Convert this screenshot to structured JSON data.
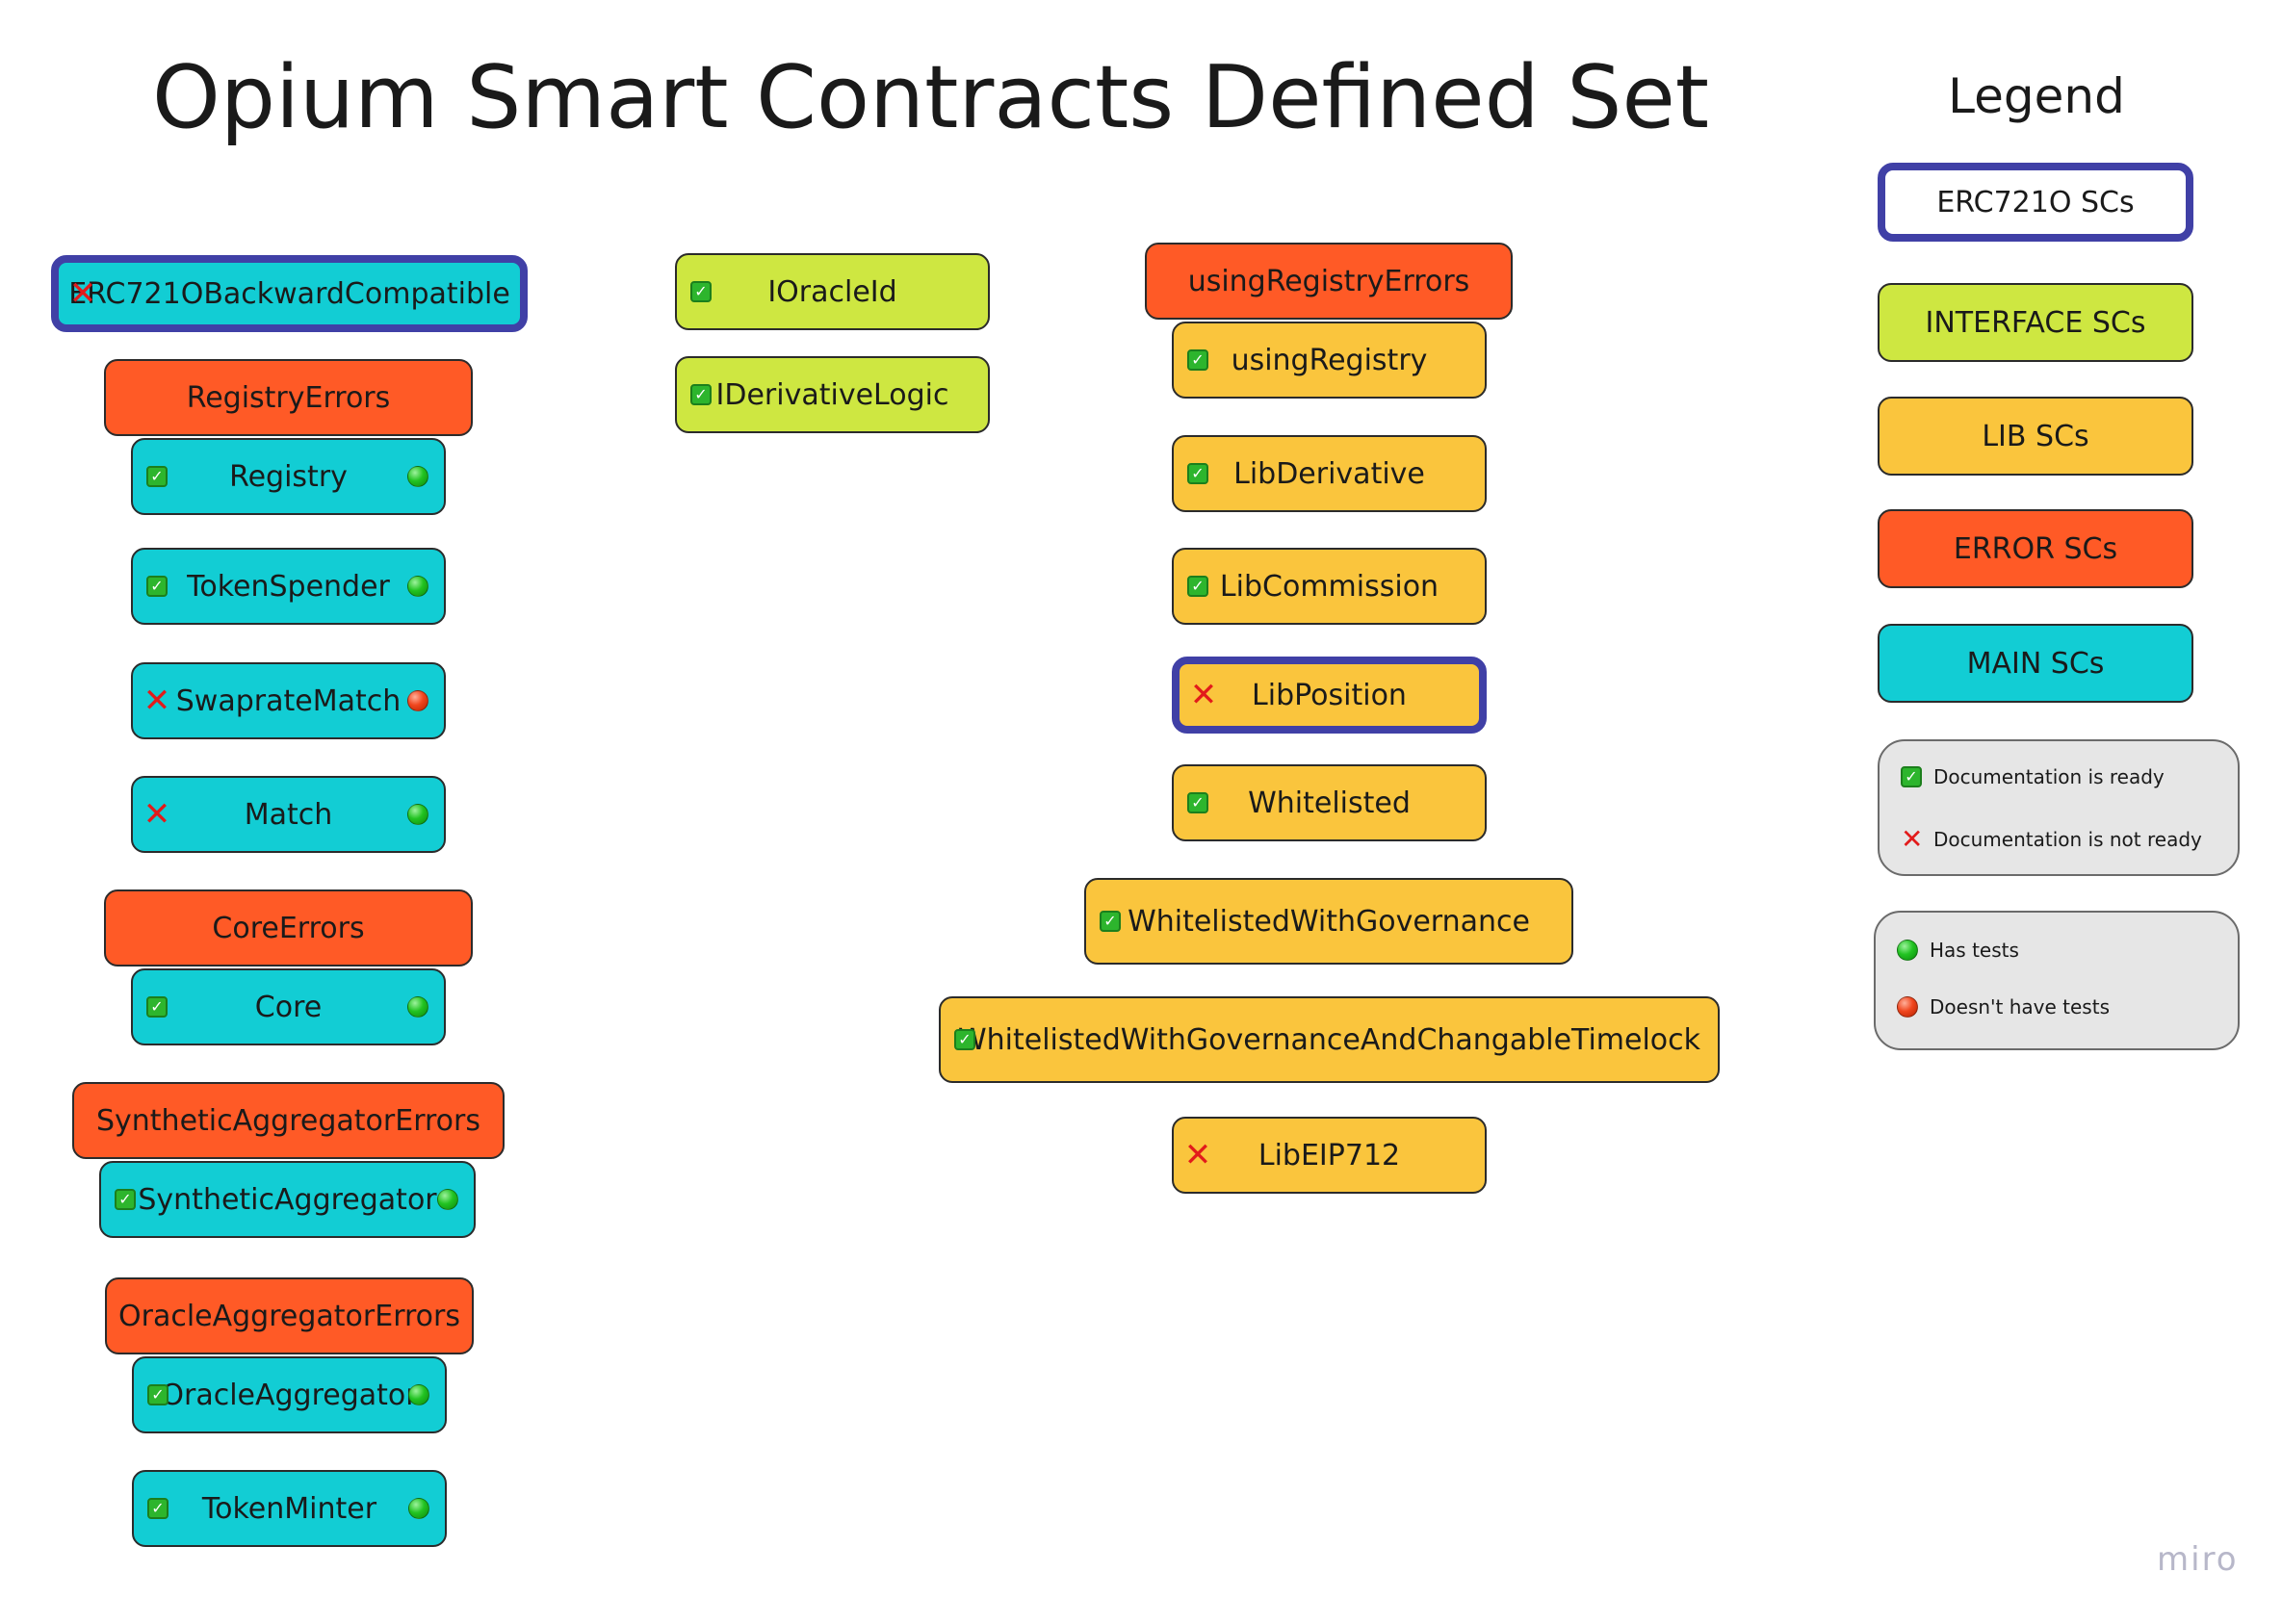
{
  "title": "Opium Smart Contracts Defined Set",
  "legend": {
    "title": "Legend",
    "categories": [
      {
        "key": "erc",
        "label": "ERC721O SCs"
      },
      {
        "key": "iface",
        "label": "INTERFACE SCs"
      },
      {
        "key": "lib",
        "label": "LIB SCs"
      },
      {
        "key": "err",
        "label": "ERROR SCs"
      },
      {
        "key": "main",
        "label": "MAIN SCs"
      }
    ],
    "documentation": {
      "ready": "Documentation is ready",
      "not_ready": "Documentation is not ready"
    },
    "tests": {
      "has": "Has tests",
      "none": "Doesn't have tests"
    }
  },
  "colors": {
    "main": "#12cdd4",
    "interface": "#cee741",
    "lib": "#fac53d",
    "error": "#ff5a26",
    "erc_border": "#4040a6",
    "doc_ready_icon": "#2db52d",
    "doc_not_ready_icon": "#e21b1b",
    "has_tests_icon": "#22c322",
    "no_tests_icon": "#f0461e"
  },
  "contracts": {
    "erc721o_backward_compatible": {
      "label": "ERC721OBackwardCompatible",
      "type": "main",
      "erc721o": true,
      "documentation": "not-ready"
    },
    "registry_errors": {
      "label": "RegistryErrors",
      "type": "error"
    },
    "registry": {
      "label": "Registry",
      "type": "main",
      "documentation": "ready",
      "tests": "has"
    },
    "token_spender": {
      "label": "TokenSpender",
      "type": "main",
      "documentation": "ready",
      "tests": "has"
    },
    "swaprate_match": {
      "label": "SwaprateMatch",
      "type": "main",
      "documentation": "not-ready",
      "tests": "none"
    },
    "match": {
      "label": "Match",
      "type": "main",
      "documentation": "not-ready",
      "tests": "has"
    },
    "core_errors": {
      "label": "CoreErrors",
      "type": "error"
    },
    "core": {
      "label": "Core",
      "type": "main",
      "documentation": "ready",
      "tests": "has"
    },
    "synthetic_aggregator_errors": {
      "label": "SyntheticAggregatorErrors",
      "type": "error"
    },
    "synthetic_aggregator": {
      "label": "SyntheticAggregator",
      "type": "main",
      "documentation": "ready",
      "tests": "has"
    },
    "oracle_aggregator_errors": {
      "label": "OracleAggregatorErrors",
      "type": "error"
    },
    "oracle_aggregator": {
      "label": "OracleAggregator",
      "type": "main",
      "documentation": "ready",
      "tests": "has"
    },
    "token_minter": {
      "label": "TokenMinter",
      "type": "main",
      "documentation": "ready",
      "tests": "has"
    },
    "i_oracle_id": {
      "label": "IOracleId",
      "type": "interface",
      "documentation": "ready"
    },
    "i_derivative_logic": {
      "label": "IDerivativeLogic",
      "type": "interface",
      "documentation": "ready"
    },
    "using_registry_errors": {
      "label": "usingRegistryErrors",
      "type": "error"
    },
    "using_registry": {
      "label": "usingRegistry",
      "type": "lib",
      "documentation": "ready"
    },
    "lib_derivative": {
      "label": "LibDerivative",
      "type": "lib",
      "documentation": "ready"
    },
    "lib_commission": {
      "label": "LibCommission",
      "type": "lib",
      "documentation": "ready"
    },
    "lib_position": {
      "label": "LibPosition",
      "type": "lib",
      "erc721o": true,
      "documentation": "not-ready"
    },
    "whitelisted": {
      "label": "Whitelisted",
      "type": "lib",
      "documentation": "ready"
    },
    "whitelisted_with_governance": {
      "label": "WhitelistedWithGovernance",
      "type": "lib",
      "documentation": "ready"
    },
    "whitelisted_with_governance_and_changable_timelock": {
      "label": "WhitelistedWithGovernanceAndChangableTimelock",
      "type": "lib",
      "documentation": "ready"
    },
    "lib_eip712": {
      "label": "LibEIP712",
      "type": "lib",
      "documentation": "not-ready"
    }
  },
  "watermark": "miro"
}
